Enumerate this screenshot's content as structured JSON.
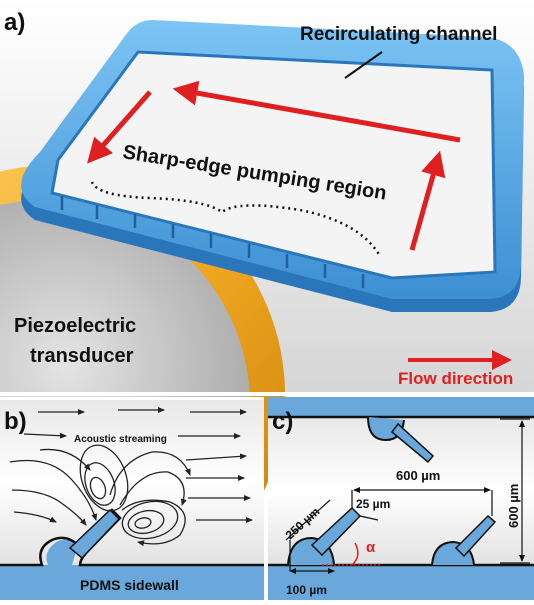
{
  "panel_a": {
    "label": "a)",
    "callout": "Recirculating channel",
    "region_label": "Sharp-edge pumping region",
    "transducer_line1": "Piezoelectric",
    "transducer_line2": "transducer",
    "legend_label": "Flow direction"
  },
  "panel_b": {
    "label": "b)",
    "streaming_label": "Acoustic streaming",
    "wall_label": "PDMS sidewall"
  },
  "panel_c": {
    "label": "c)",
    "dim_spacing": "600 µm",
    "dim_width": "600 µm",
    "dim_edge_length": "250 µm",
    "dim_edge_width": "25 µm",
    "dim_base": "100 µm",
    "angle_symbol": "α"
  },
  "colors": {
    "channel_blue": "#3d8fd3",
    "flow_red": "#e02020",
    "transducer_gold": "#f2a922",
    "transducer_disc": "#b9b9b9",
    "wall_blue": "#6aa8dc"
  }
}
